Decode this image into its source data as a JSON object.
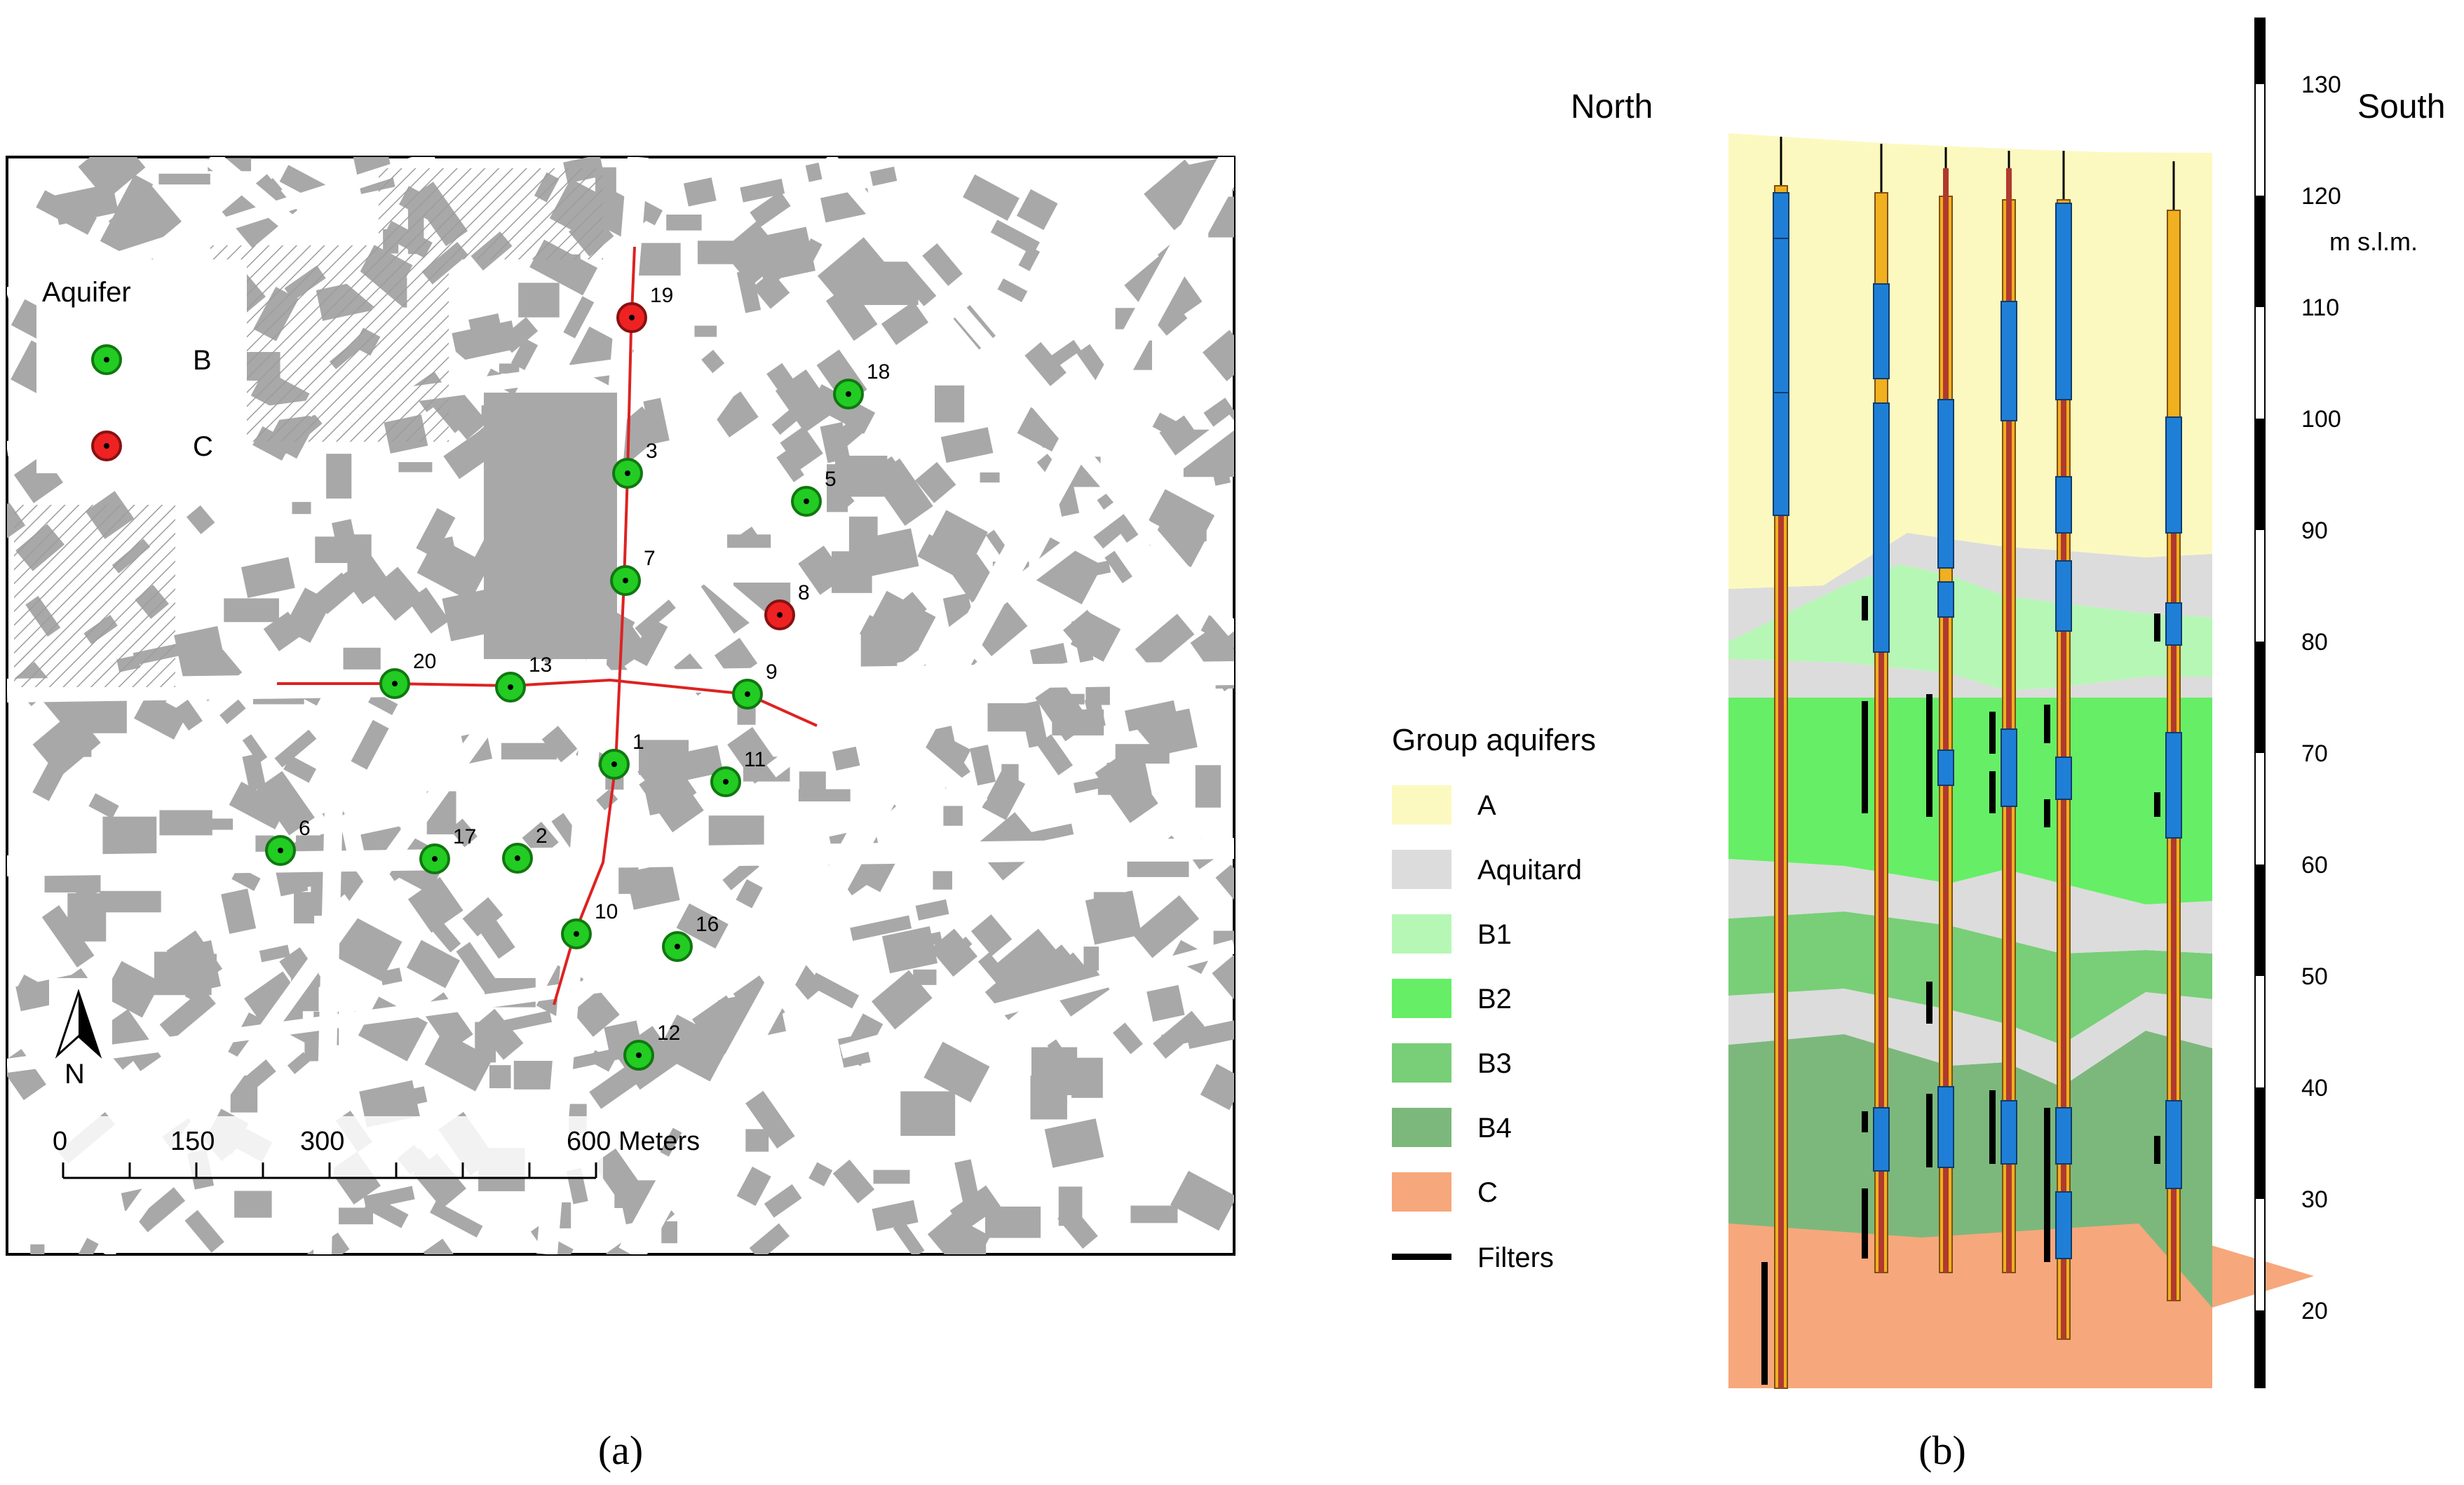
{
  "map": {
    "legend": {
      "title": "Aquifer",
      "items": [
        {
          "label": "B",
          "color": "#22cc22"
        },
        {
          "label": "C",
          "color": "#ee2222"
        }
      ]
    },
    "wells": [
      {
        "id": "19",
        "aquifer": "C"
      },
      {
        "id": "18",
        "aquifer": "B"
      },
      {
        "id": "3",
        "aquifer": "B"
      },
      {
        "id": "5",
        "aquifer": "B"
      },
      {
        "id": "7",
        "aquifer": "B"
      },
      {
        "id": "8",
        "aquifer": "C"
      },
      {
        "id": "20",
        "aquifer": "B"
      },
      {
        "id": "13",
        "aquifer": "B"
      },
      {
        "id": "9",
        "aquifer": "B"
      },
      {
        "id": "1",
        "aquifer": "B"
      },
      {
        "id": "11",
        "aquifer": "B"
      },
      {
        "id": "6",
        "aquifer": "B"
      },
      {
        "id": "17",
        "aquifer": "B"
      },
      {
        "id": "2",
        "aquifer": "B"
      },
      {
        "id": "10",
        "aquifer": "B"
      },
      {
        "id": "16",
        "aquifer": "B"
      },
      {
        "id": "12",
        "aquifer": "B"
      }
    ],
    "north_label": "N",
    "scale_labels": [
      "0",
      "150",
      "300",
      "600 Meters"
    ],
    "section_line_color": "#dd2222",
    "caption": "(a)"
  },
  "section": {
    "north_label": "North",
    "south_label": "South",
    "axis_unit": "m s.l.m.",
    "ticks": [
      "130",
      "120",
      "110",
      "100",
      "90",
      "80",
      "70",
      "60",
      "50",
      "40",
      "30",
      "20"
    ],
    "legend_title": "Group aquifers",
    "units": [
      {
        "label": "A",
        "color": "#fcf9c0"
      },
      {
        "label": "Aquitard",
        "color": "#dcdcdc"
      },
      {
        "label": "B1",
        "color": "#b6f7b6"
      },
      {
        "label": "B2",
        "color": "#66ee66"
      },
      {
        "label": "B3",
        "color": "#78cf78"
      },
      {
        "label": "B4",
        "color": "#7cb87c"
      },
      {
        "label": "C",
        "color": "#f7a77c"
      }
    ],
    "filters_label": "Filters",
    "caption": "(b)"
  }
}
